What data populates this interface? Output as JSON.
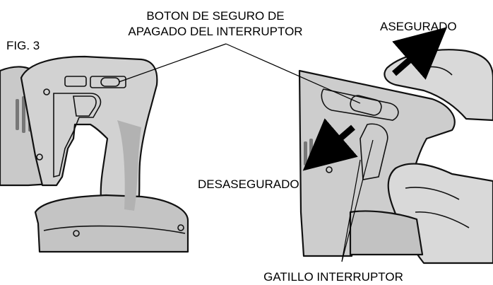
{
  "figure": {
    "fig_label": "FIG. 3",
    "callouts": {
      "safety_switch_line1": "BOTON DE SEGURO DE",
      "safety_switch_line2": "APAGADO DEL INTERRUPTOR",
      "locked": "ASEGURADO",
      "unlocked": "DESASEGURADO",
      "trigger": "GATILLO INTERRUPTOR"
    },
    "colors": {
      "tool_body": "#cfcfcf",
      "tool_shadow": "#a9a9a9",
      "hand": "#d6d6d6",
      "ink": "#000000"
    }
  }
}
